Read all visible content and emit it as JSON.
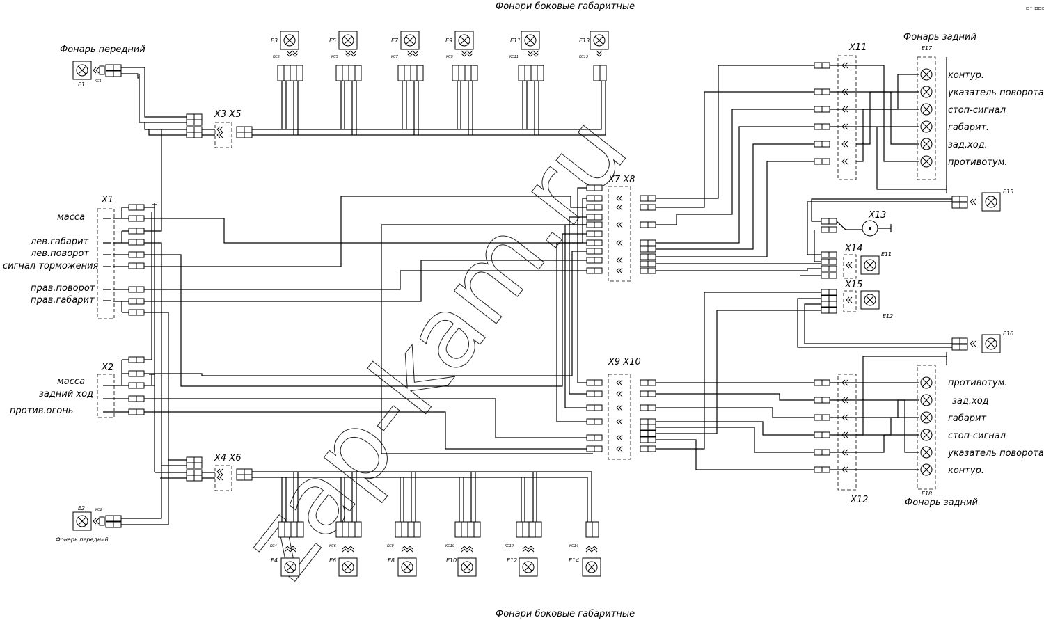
{
  "titles": {
    "side_top": "Фонари боковые габаритные",
    "side_bottom": "Фонари боковые габаритные",
    "front_top": "Фонарь передний",
    "front_bottom": "Фонарь передний",
    "rear_top": "Фонарь задний",
    "rear_bottom": "Фонарь задний",
    "corner_mark": "▫⁻ ▫▫▫"
  },
  "x1_labels": [
    "масса",
    "лев.габарит",
    "лев.поворот",
    "сигнал торможения",
    "прав.поворот",
    "прав.габарит"
  ],
  "x2_labels": [
    "масса",
    "задний ход",
    "против.огонь"
  ],
  "rear_top_labels": [
    "контур.",
    "указатель поворота",
    "стоп-сигнал",
    "габарит.",
    "зад.ход.",
    "противотум."
  ],
  "rear_bottom_labels": [
    "противотум.",
    "зад.ход",
    "габарит",
    "стоп-сигнал",
    "указатель поворота",
    "контур."
  ],
  "connector_labels": {
    "x1": "X1",
    "x2": "X2",
    "x3x5": "X3 X5",
    "x4x6": "X4 X6",
    "x7x8": "X7 X8",
    "x9x10": "X9 X10",
    "x11": "X11",
    "x12": "X12",
    "x13": "X13",
    "x14": "X14",
    "x15": "X15"
  },
  "lamps_top": [
    {
      "id": "E3",
      "kc": "KC3"
    },
    {
      "id": "E5",
      "kc": "KC5"
    },
    {
      "id": "E7",
      "kc": "KC7"
    },
    {
      "id": "E9",
      "kc": "KC9"
    },
    {
      "id": "E11",
      "kc": "KC11"
    },
    {
      "id": "E13",
      "kc": "KC13"
    }
  ],
  "lamps_bottom": [
    {
      "id": "E4",
      "kc": "KC4"
    },
    {
      "id": "E6",
      "kc": "KC6"
    },
    {
      "id": "E8",
      "kc": "KC8"
    },
    {
      "id": "E10",
      "kc": "KC10"
    },
    {
      "id": "E12",
      "kc": "KC12"
    },
    {
      "id": "E14",
      "kc": "KC14"
    }
  ],
  "lamp_misc": {
    "e1": "E1",
    "kc1": "KC1",
    "e2": "E2",
    "kc2": "KC2",
    "e11": "E11",
    "e12": "E12",
    "e15": "E15",
    "e16": "E16",
    "e17": "E17",
    "e18": "E18"
  },
  "watermark": "zap-kam.ru"
}
